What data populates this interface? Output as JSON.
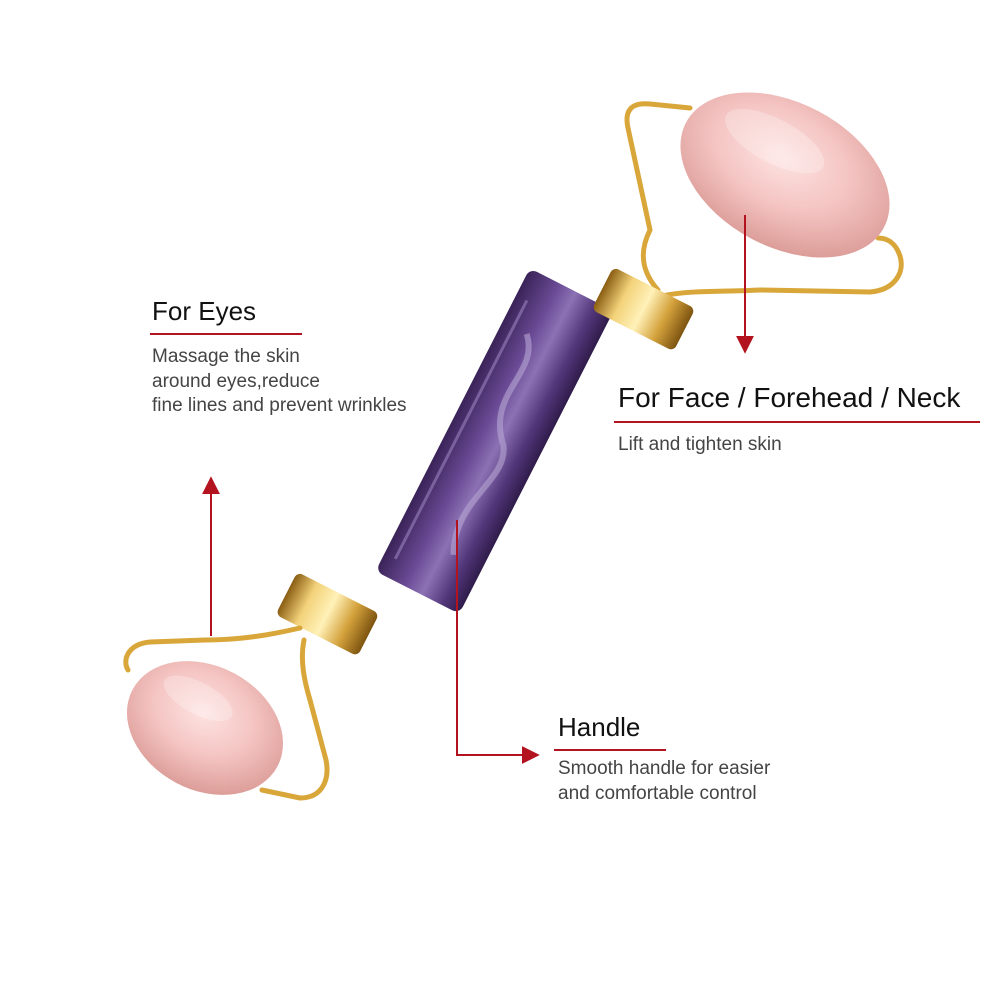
{
  "callouts": {
    "eyes": {
      "title": "For Eyes",
      "description": "Massage the skin\naround eyes,reduce\nfine lines and prevent wrinkles"
    },
    "face": {
      "title": "For Face / Forehead / Neck",
      "description": "Lift and tighten skin"
    },
    "handle": {
      "title": "Handle",
      "description": "Smooth handle for easier\nand comfortable control"
    }
  },
  "colors": {
    "accent": "#b3121f",
    "rose_quartz": "#f4c2c0",
    "amethyst": "#5e3d85",
    "gold": "#d8a93a"
  }
}
